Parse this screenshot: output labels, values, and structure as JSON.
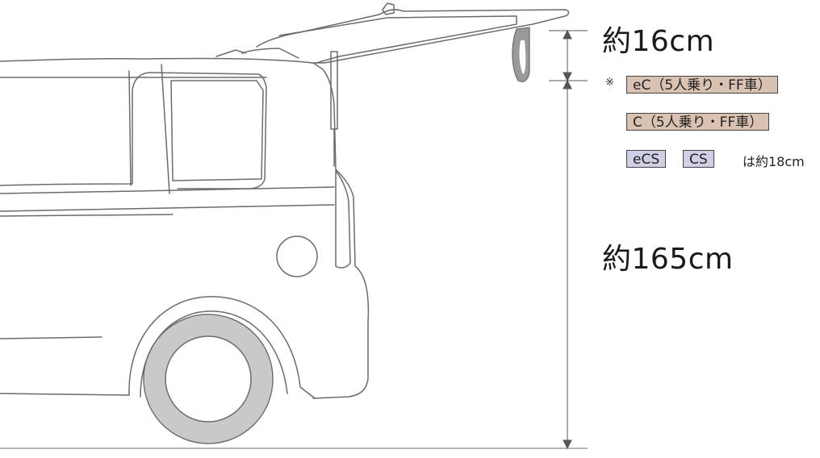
{
  "colors": {
    "outline": "#6b6b6b",
    "tire": "#c9c9c9",
    "strap": "#9a9a9a",
    "tag_warm": "#d9c2b2",
    "tag_cool": "#cfd0e6"
  },
  "labels": {
    "upper": "約16cm",
    "main": "約165cm",
    "note_mark": "※",
    "grade_ec": "eC（5人乗り・FF車）",
    "grade_c": "C（5人乗り・FF車）",
    "grade_ecs": "eCS",
    "grade_cs": "CS",
    "note_text": "は約18cm"
  },
  "icons": {
    "note": "reference-mark-icon"
  }
}
